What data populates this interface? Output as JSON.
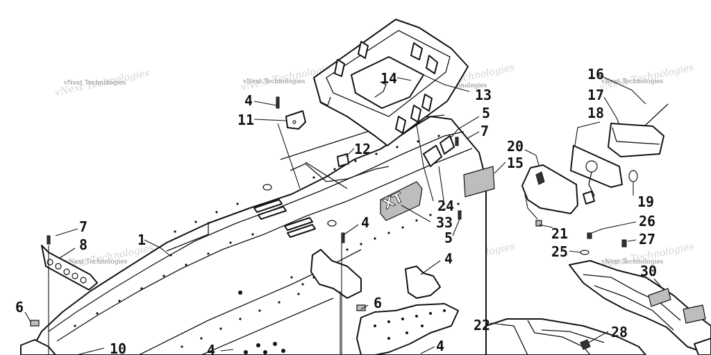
{
  "diagram": {
    "callouts": [
      {
        "id": "c1",
        "text": "1"
      },
      {
        "id": "c4a",
        "text": "4"
      },
      {
        "id": "c4b",
        "text": "4"
      },
      {
        "id": "c4c",
        "text": "4"
      },
      {
        "id": "c4d",
        "text": "4"
      },
      {
        "id": "c4e",
        "text": "4"
      },
      {
        "id": "c5a",
        "text": "5"
      },
      {
        "id": "c5b",
        "text": "5"
      },
      {
        "id": "c6a",
        "text": "6"
      },
      {
        "id": "c6b",
        "text": "6"
      },
      {
        "id": "c7a",
        "text": "7"
      },
      {
        "id": "c7b",
        "text": "7"
      },
      {
        "id": "c8",
        "text": "8"
      },
      {
        "id": "c10",
        "text": "10"
      },
      {
        "id": "c11",
        "text": "11"
      },
      {
        "id": "c12",
        "text": "12"
      },
      {
        "id": "c13",
        "text": "13"
      },
      {
        "id": "c14",
        "text": "14"
      },
      {
        "id": "c15",
        "text": "15"
      },
      {
        "id": "c16",
        "text": "16"
      },
      {
        "id": "c17",
        "text": "17"
      },
      {
        "id": "c18",
        "text": "18"
      },
      {
        "id": "c19",
        "text": "19"
      },
      {
        "id": "c20",
        "text": "20"
      },
      {
        "id": "c21",
        "text": "21"
      },
      {
        "id": "c22",
        "text": "22"
      },
      {
        "id": "c24",
        "text": "24"
      },
      {
        "id": "c25",
        "text": "25"
      },
      {
        "id": "c26",
        "text": "26"
      },
      {
        "id": "c27",
        "text": "27"
      },
      {
        "id": "c28",
        "text": "28"
      },
      {
        "id": "c30",
        "text": "30"
      },
      {
        "id": "c33",
        "text": "33"
      }
    ],
    "watermark": "vNext Technologies",
    "decal_text": "XT"
  }
}
